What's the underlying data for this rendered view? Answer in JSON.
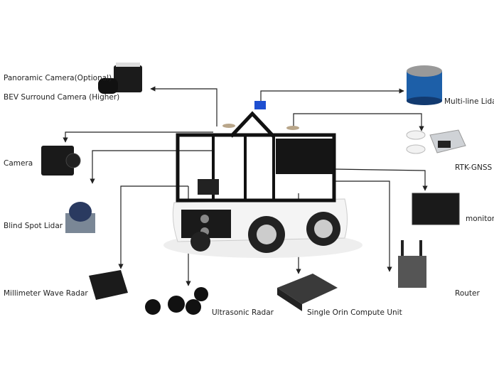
{
  "labels": {
    "panoramic_camera": "Panoramic Camera(Optional)",
    "bev_camera": "BEV Surround Camera (Higher)",
    "camera": "Camera",
    "blind_spot_lidar": "Blind Spot Lidar",
    "mm_wave_radar": "Millimeter Wave Radar",
    "ultrasonic_radar": "Ultrasonic Radar",
    "compute_unit": "Single Orin Compute Unit",
    "router": "Router",
    "monitor": "monitor",
    "rtk_gnss": "RTK-GNSS",
    "multi_line_lidar": "Multi-line Lidar"
  }
}
